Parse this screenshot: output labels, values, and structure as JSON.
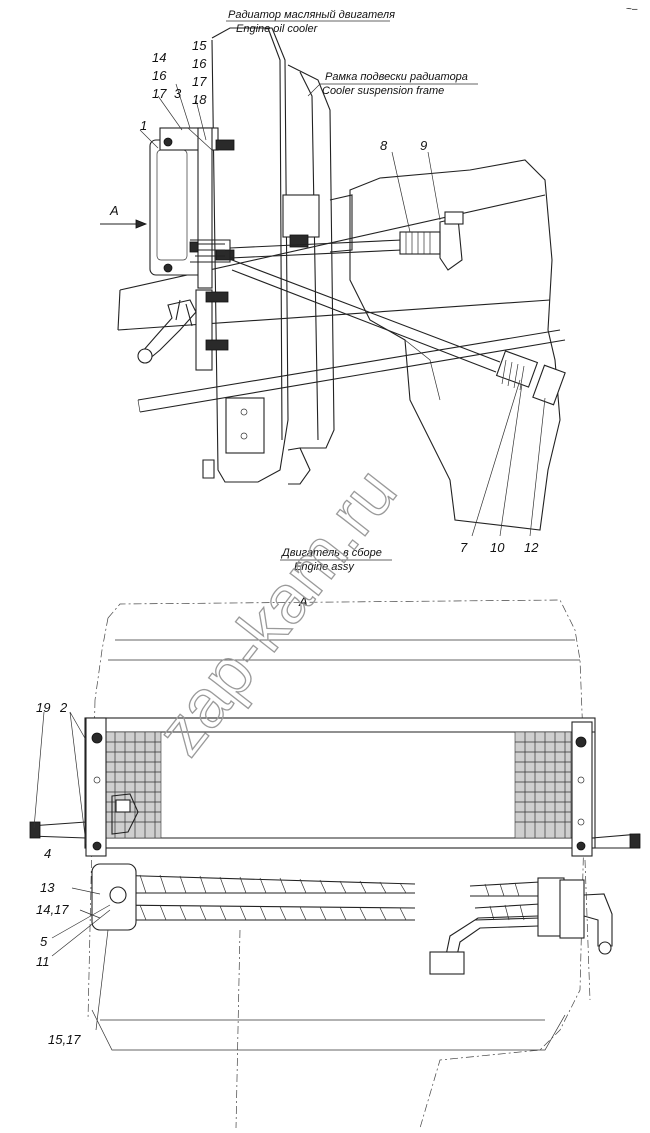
{
  "captions": {
    "oil_cooler_ru": "Радиатор масляный двигателя",
    "oil_cooler_en": "Engine oil cooler",
    "frame_ru": "Рамка подвески радиатора",
    "frame_en": "Cooler suspension frame",
    "engine_ru": "Двигатель в сборе",
    "engine_en": "Engine assy"
  },
  "view_labels": {
    "arrow_a": "A",
    "section_a": "A"
  },
  "callouts_top": {
    "c14": "14",
    "c16": "16",
    "c17a": "17",
    "c3": "3",
    "c1": "1",
    "c15": "15",
    "c16b": "16",
    "c17b": "17",
    "c18": "18",
    "c8": "8",
    "c9": "9",
    "c7": "7",
    "c10": "10",
    "c12": "12"
  },
  "callouts_bottom": {
    "c19": "19",
    "c2": "2",
    "c4": "4",
    "c13": "13",
    "c14_17": "14,17",
    "c5": "5",
    "c11": "11",
    "c15_17": "15,17"
  },
  "watermark": "zap-kam.ru",
  "corner_mark": "~–"
}
